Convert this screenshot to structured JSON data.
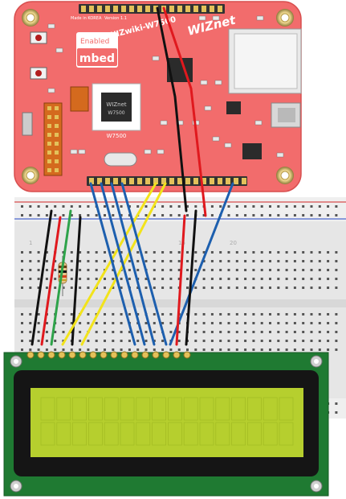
{
  "board": {
    "brand_text": "WIZnet",
    "model_text": "WIZwiki-W7500",
    "mbed_label": "mbed",
    "enabled_label": "Enabled",
    "chip_brand": "WIZnet",
    "chip_model": "W7500",
    "chip_caption": "W7500",
    "made_in": "Made in KOREA",
    "version": "Version 1.1",
    "pcb_color": "#f26c6c"
  },
  "breadboard": {
    "col_label_left": "1",
    "col_label_mid": "15",
    "col_label_right": "20"
  },
  "lcd": {
    "screen_color": "#b6cf2e",
    "pcb_color": "#1f7a32",
    "pin_count": 16
  },
  "wires": {
    "colors": {
      "black": "#111111",
      "red": "#e0191e",
      "green": "#2ea34a",
      "yellow": "#f2e31b",
      "blue": "#1d5fae"
    }
  }
}
